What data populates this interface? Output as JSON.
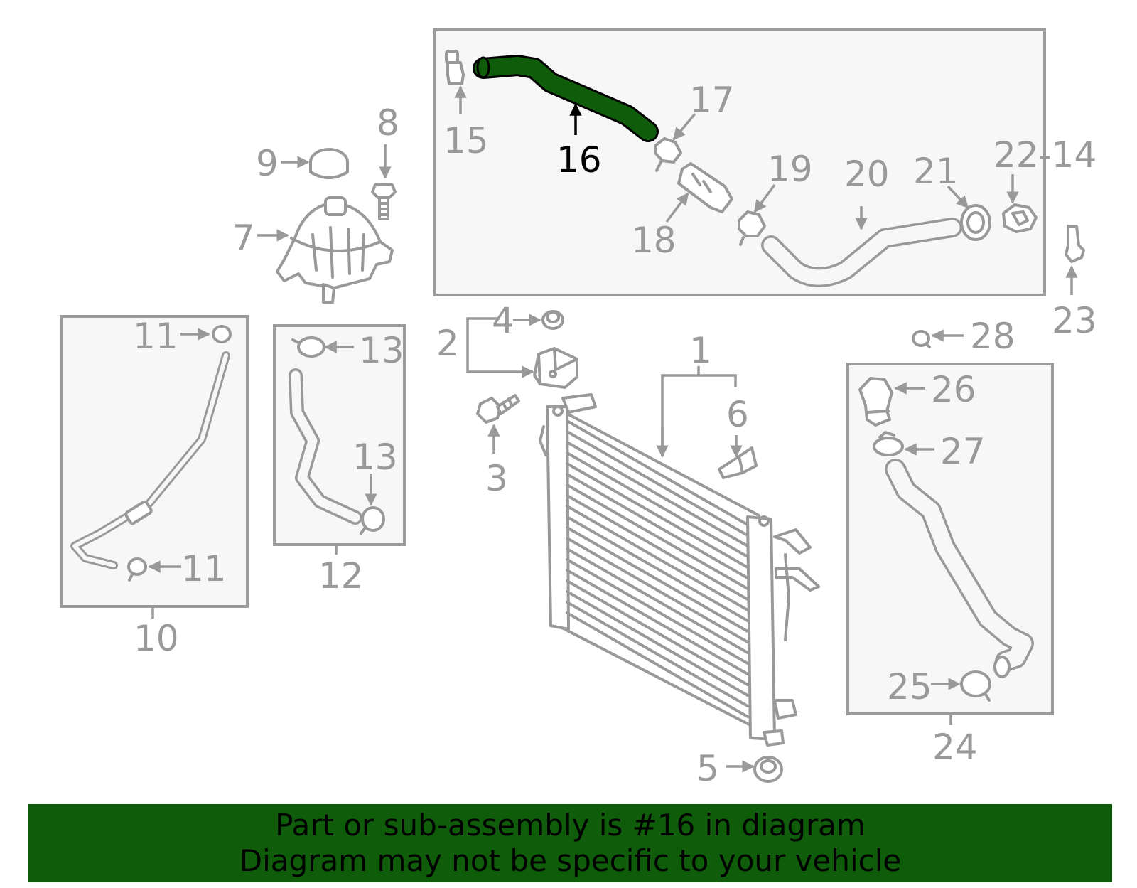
{
  "banner": {
    "line1": "Part or sub-assembly is #16 in diagram",
    "line2": "Diagram may not be specific to your vehicle",
    "color": "#0f5c0a"
  },
  "highlight": {
    "part": "16",
    "color": "#0f5c0a"
  },
  "labels": {
    "n1": "1",
    "n2": "2",
    "n3": "3",
    "n4": "4",
    "n5": "5",
    "n6": "6",
    "n7": "7",
    "n8": "8",
    "n9": "9",
    "n10": "10",
    "n11a": "11",
    "n11b": "11",
    "n12": "12",
    "n13a": "13",
    "n13b": "13",
    "n14": "22-14",
    "n15": "15",
    "n16": "16",
    "n17": "17",
    "n18": "18",
    "n19": "19",
    "n20": "20",
    "n21": "21",
    "n23": "23",
    "n24": "24",
    "n25": "25",
    "n26": "26",
    "n27": "27",
    "n28": "28"
  }
}
